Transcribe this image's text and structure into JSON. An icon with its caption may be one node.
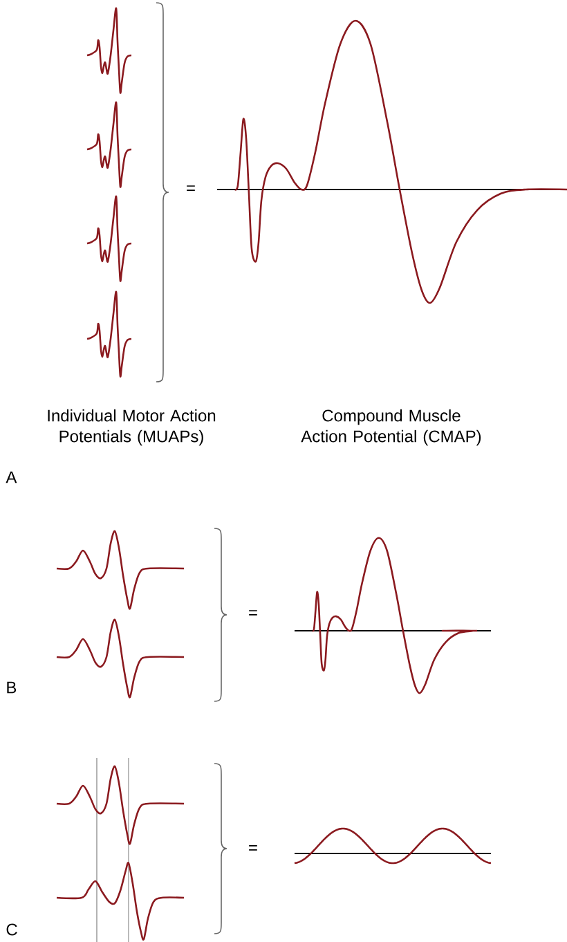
{
  "diagram": {
    "labels": [
      "=",
      "Individual Motor Action Potentials (MUAPs)",
      "Compound Muscle Action Potential (CMAP)",
      "A",
      "=",
      "B",
      "=",
      "C"
    ]
  }
}
